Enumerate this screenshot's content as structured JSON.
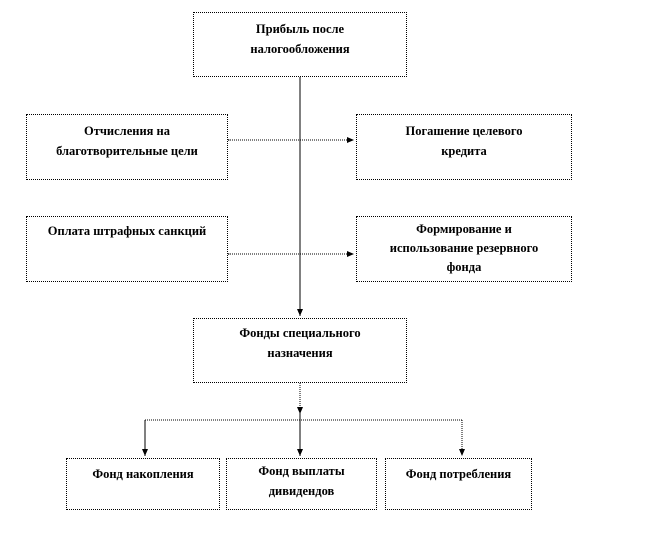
{
  "diagram": {
    "root": {
      "line1": "Прибыль после",
      "line2": "налогообложения"
    },
    "left_top": {
      "line1": "Отчисления на",
      "line2": "благотворительные цели"
    },
    "right_top": {
      "line1": "Погашение целевого",
      "line2": "кредита"
    },
    "left_bottom": {
      "line1": "Оплата штрафных  санкций"
    },
    "right_bottom": {
      "line1": "Формирование  и",
      "line2": "использование резервного",
      "line3": "фонда"
    },
    "special": {
      "line1": "Фонды  специального",
      "line2": "назначения"
    },
    "funds": [
      {
        "line1": "Фонд накопления"
      },
      {
        "line1": "Фонд выплаты",
        "line2": "дивидендов"
      },
      {
        "line1": "Фонд потребления"
      }
    ]
  }
}
